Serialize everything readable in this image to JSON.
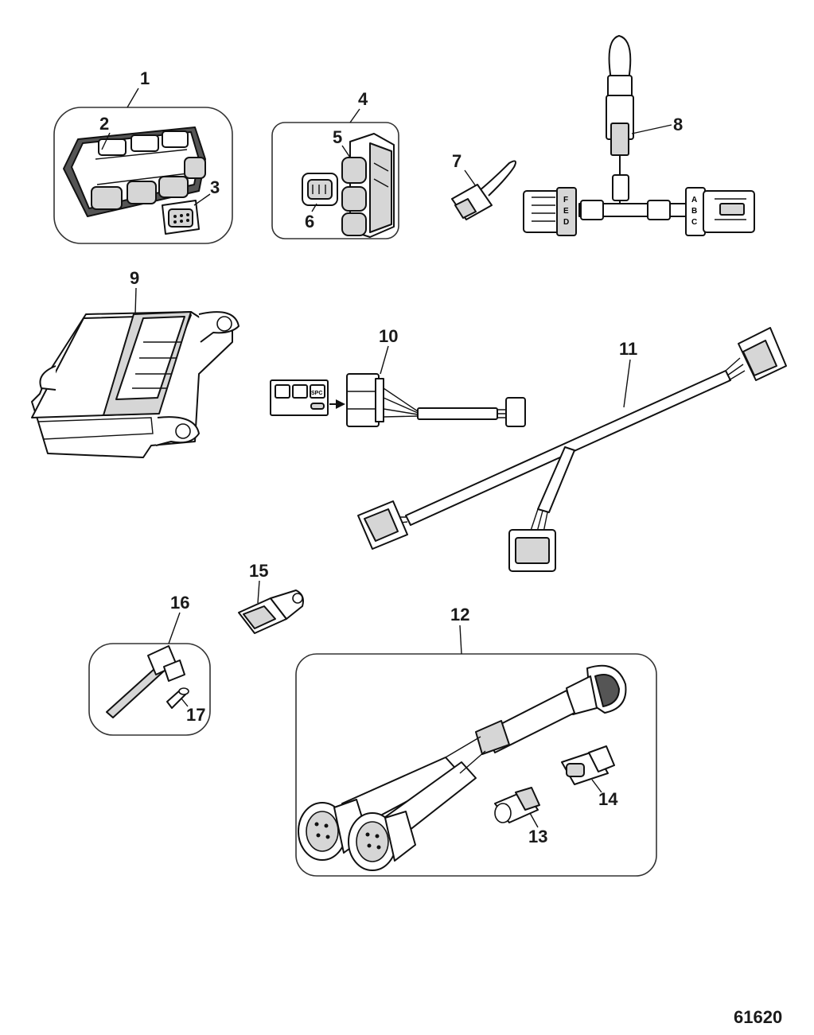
{
  "figure_number": "61620",
  "callouts": [
    {
      "id": "1",
      "label": "1"
    },
    {
      "id": "2",
      "label": "2"
    },
    {
      "id": "3",
      "label": "3"
    },
    {
      "id": "4",
      "label": "4"
    },
    {
      "id": "5",
      "label": "5"
    },
    {
      "id": "6",
      "label": "6"
    },
    {
      "id": "7",
      "label": "7"
    },
    {
      "id": "8",
      "label": "8"
    },
    {
      "id": "9",
      "label": "9"
    },
    {
      "id": "10",
      "label": "10"
    },
    {
      "id": "11",
      "label": "11"
    },
    {
      "id": "12",
      "label": "12"
    },
    {
      "id": "13",
      "label": "13"
    },
    {
      "id": "14",
      "label": "14"
    },
    {
      "id": "15",
      "label": "15"
    },
    {
      "id": "16",
      "label": "16"
    },
    {
      "id": "17",
      "label": "17"
    }
  ],
  "connector_pins": {
    "left": [
      "F",
      "E",
      "D"
    ],
    "right": [
      "A",
      "B",
      "C"
    ]
  },
  "switch_panel": {
    "icon3_text": "SPC"
  }
}
